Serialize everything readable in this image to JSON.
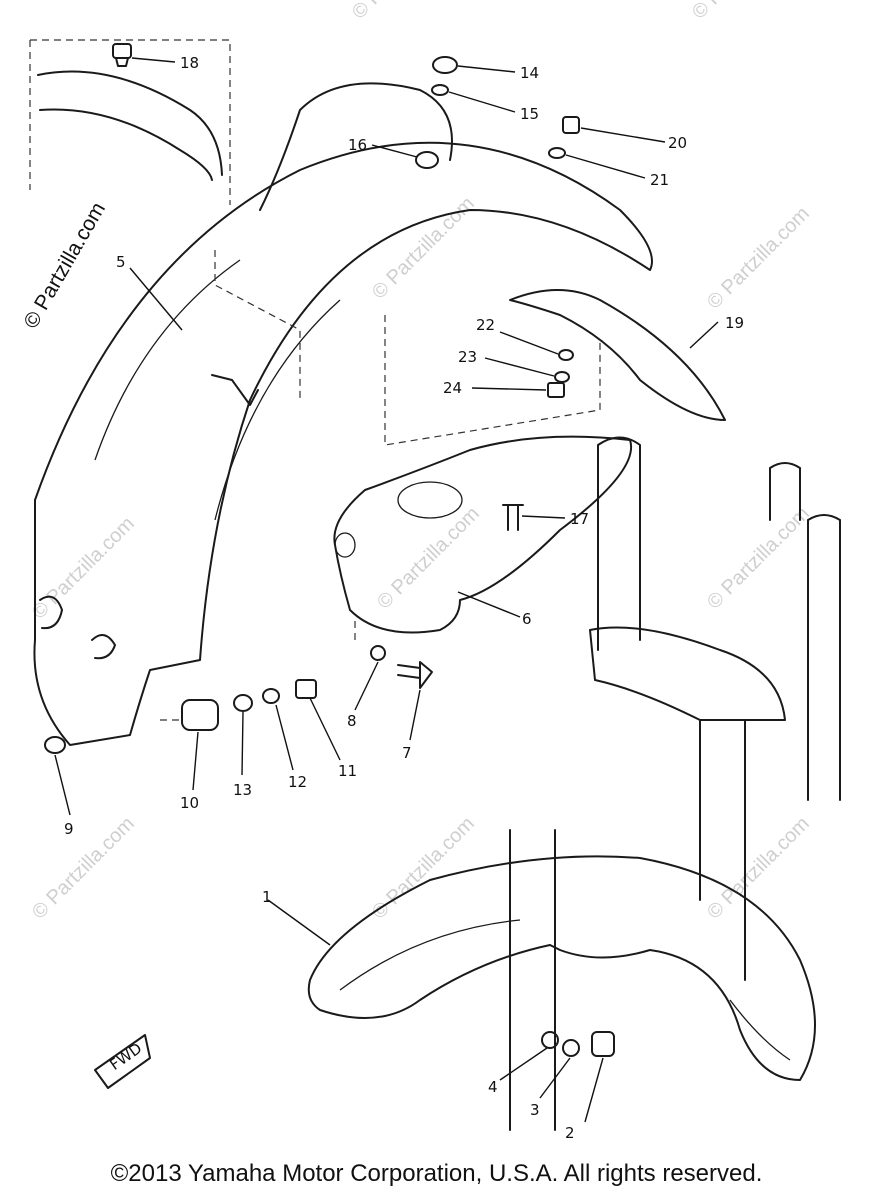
{
  "watermark": {
    "text": "© Partzilla.com"
  },
  "copyright": "©2013 Yamaha Motor Corporation, U.S.A. All rights reserved.",
  "fwd_label": "FWD",
  "callouts": [
    "1",
    "2",
    "3",
    "4",
    "5",
    "6",
    "7",
    "8",
    "9",
    "10",
    "11",
    "12",
    "13",
    "14",
    "15",
    "16",
    "17",
    "18",
    "19",
    "20",
    "21",
    "22",
    "23",
    "24"
  ]
}
